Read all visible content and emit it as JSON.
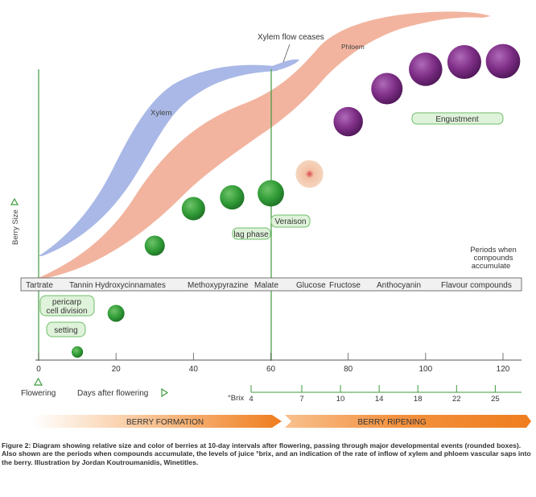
{
  "colors": {
    "xylem": "#a9b8e6",
    "phloem": "#f2b49f",
    "green_line": "#3f9a3f",
    "green_berry": "#3a9a3a",
    "purple_berry": "#7e2e86",
    "veraison_berry": "#f3d8c2",
    "label_box_fill": "#dff2da",
    "label_box_stroke": "#6fbf6a",
    "arrow_orange": "#ef7d1e"
  },
  "labels": {
    "xylem": "Xylem",
    "phloem": "Phloem",
    "xylem_flow_ceases": "Xylem flow ceases",
    "berry_size": "Berry Size",
    "periods_note": [
      "Periods when",
      "compounds",
      "accumulate"
    ],
    "flowering": "Flowering",
    "days_after_flowering": "Days after flowering",
    "brix_label": "°Brix"
  },
  "event_boxes": {
    "pericarp": [
      "pericarp",
      "cell division"
    ],
    "setting": "setting",
    "lag_phase": "lag phase",
    "veraison": "Veraison",
    "engustment": "Engustment"
  },
  "compounds": [
    "Tartrate",
    "Tannin",
    "Hydroxycinnamates",
    "Methoxypyrazine",
    "Malate",
    "Glucose",
    "Fructose",
    "Anthocyanin",
    "Flavour compounds"
  ],
  "axis": {
    "day_ticks": [
      0,
      20,
      40,
      60,
      80,
      100,
      120
    ],
    "brix_ticks": [
      4,
      7,
      10,
      14,
      18,
      22,
      25
    ]
  },
  "berries": [
    {
      "day": 10,
      "size": 0.2,
      "color": "green"
    },
    {
      "day": 20,
      "size": 0.42,
      "color": "green"
    },
    {
      "day": 30,
      "size": 0.55,
      "color": "green"
    },
    {
      "day": 40,
      "size": 0.68,
      "color": "green"
    },
    {
      "day": 50,
      "size": 0.72,
      "color": "green"
    },
    {
      "day": 60,
      "size": 0.8,
      "color": "green"
    },
    {
      "day": 70,
      "size": 0.85,
      "color": "veraison"
    },
    {
      "day": 80,
      "size": 0.92,
      "color": "purple"
    },
    {
      "day": 90,
      "size": 1.0,
      "color": "purple"
    },
    {
      "day": 100,
      "size": 1.08,
      "color": "purple"
    },
    {
      "day": 110,
      "size": 1.1,
      "color": "purple"
    },
    {
      "day": 120,
      "size": 1.12,
      "color": "purple"
    }
  ],
  "phases": {
    "formation": "BERRY FORMATION",
    "ripening": "BERRY RIPENING"
  },
  "caption": "Figure 2: Diagram showing relative size and color of berries at 10-day intervals after flowering, passing through major developmental events (rounded boxes). Also shown are the periods when compounds accumulate, the levels of juice °brix, and an indication of the rate of inflow of xylem and phloem vascular saps into the berry. Illustration by Jordan Koutroumanidis, Winetitles."
}
